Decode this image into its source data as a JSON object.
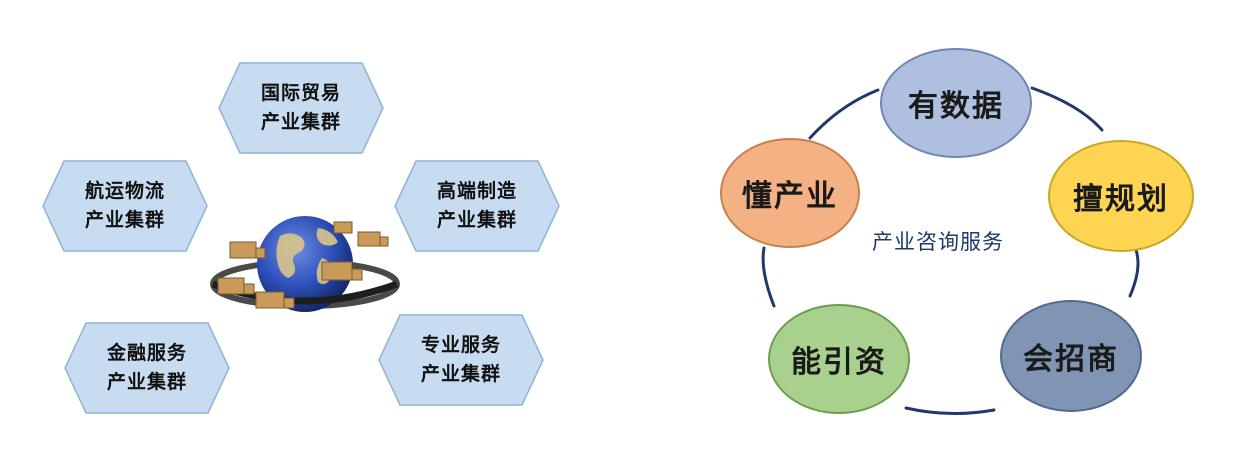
{
  "left_diagram": {
    "clusters": [
      {
        "line1": "国际贸易",
        "line2": "产业集群"
      },
      {
        "line1": "航运物流",
        "line2": "产业集群"
      },
      {
        "line1": "高端制造",
        "line2": "产业集群"
      },
      {
        "line1": "金融服务",
        "line2": "产业集群"
      },
      {
        "line1": "专业服务",
        "line2": "产业集群"
      }
    ],
    "hex_fill": "#c7dcf0",
    "hex_stroke": "#8fb3d6"
  },
  "right_diagram": {
    "center_label": "产业咨询服务",
    "nodes": [
      {
        "label": "有数据",
        "color": "#aebfe0"
      },
      {
        "label": "擅规划",
        "color": "#fdd553"
      },
      {
        "label": "会招商",
        "color": "#8095b4"
      },
      {
        "label": "能引资",
        "color": "#a9d18e"
      },
      {
        "label": "懂产业",
        "color": "#f4b183"
      }
    ],
    "ring_color": "#1f3a6a"
  }
}
